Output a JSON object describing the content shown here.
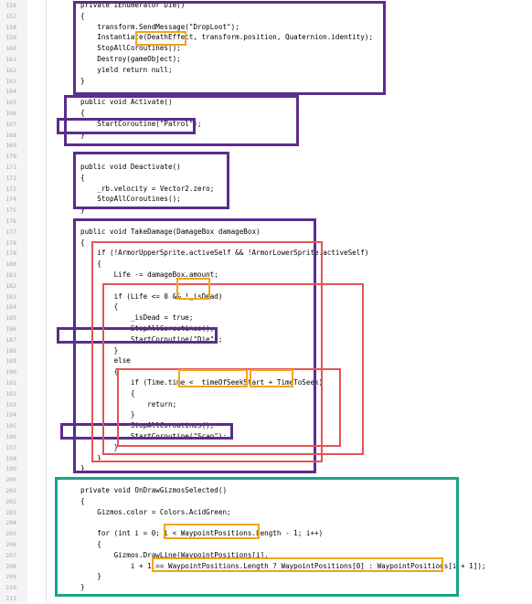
{
  "editor": {
    "line_numbers": [
      "156",
      "157",
      "158",
      "159",
      "160",
      "161",
      "162",
      "163",
      "164",
      "165",
      "166",
      "167",
      "168",
      "169",
      "170",
      "171",
      "172",
      "173",
      "174",
      "175",
      "176",
      "177",
      "178",
      "179",
      "180",
      "181",
      "182",
      "183",
      "184",
      "185",
      "186",
      "187",
      "188",
      "189",
      "190",
      "191",
      "192",
      "193",
      "194",
      "195",
      "196",
      "197",
      "198",
      "199",
      "200",
      "201",
      "202",
      "203",
      "204",
      "205",
      "206",
      "207",
      "208",
      "209",
      "210",
      "211"
    ],
    "lines": [
      "private IEnumerator Die()",
      "{",
      "    transform.SendMessage(\"DropLoot\");",
      "    Instantiate(DeathEffect, transform.position, Quaternion.identity);",
      "    StopAllCoroutines();",
      "    Destroy(gameObject);",
      "    yield return null;",
      "}",
      "",
      "public void Activate()",
      "{",
      "    StartCoroutine(\"Patrol\");",
      "}",
      "",
      "",
      "public void Deactivate()",
      "{",
      "    _rb.velocity = Vector2.zero;",
      "    StopAllCoroutines();",
      "}",
      "",
      "public void TakeDamage(DamageBox damageBox)",
      "{",
      "    if (!ArmorUpperSprite.activeSelf && !ArmorLowerSprite.activeSelf)",
      "    {",
      "        Life -= damageBox.amount;",
      "",
      "        if (Life <= 0 && !_isDead)",
      "        {",
      "            _isDead = true;",
      "            StopAllCoroutines();",
      "            StartCoroutine(\"Die\");",
      "        }",
      "        else",
      "        {",
      "            if (Time.time < _timeOfSeekStart + TimeToSeek)",
      "            {",
      "                return;",
      "            }",
      "            StopAllCoroutines();",
      "            StartCoroutine(\"Scan\");",
      "        }",
      "    }",
      "}",
      "",
      "private void OnDrawGizmosSelected()",
      "{",
      "    Gizmos.color = Colors.AcidGreen;",
      "",
      "    for (int i = 0; i < WaypointPositions.Length - 1; i++)",
      "    {",
      "        Gizmos.DrawLine(WaypointPositions[i],",
      "            i + 1 == WaypointPositions.Length ? WaypointPositions[0] : WaypointPositions[i + 1]);",
      "    }",
      "}",
      ""
    ]
  },
  "colors": {
    "purple_box": "#5b2d8e",
    "red_box": "#e45454",
    "orange_box": "#f0a51a",
    "teal_box": "#19a38a"
  }
}
